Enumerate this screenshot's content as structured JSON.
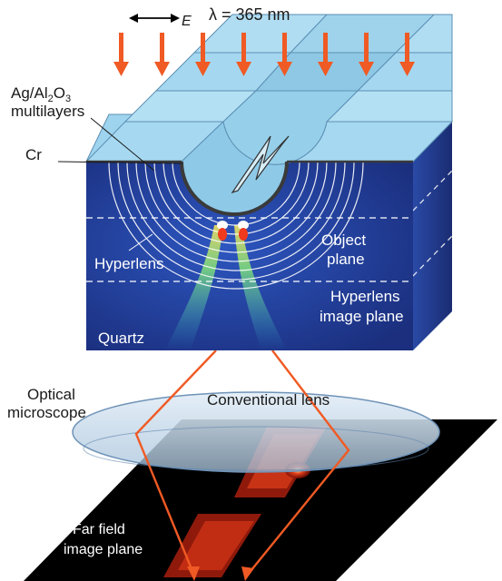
{
  "wavelength_label": "λ = 365 nm",
  "polarization_label": "E",
  "labels": {
    "multilayers_line1": "Ag/Al",
    "multilayers_sub1": "2",
    "multilayers_mid": "O",
    "multilayers_sub2": "3",
    "multilayers_line2": "multilayers",
    "cr": "Cr",
    "hyperlens": "Hyperlens",
    "object_plane_line1": "Object",
    "object_plane_line2": "plane",
    "hyperlens_image_plane_line1": "Hyperlens",
    "hyperlens_image_plane_line2": "image plane",
    "quartz": "Quartz",
    "optical_microscope_line1": "Optical",
    "optical_microscope_line2": "microscope",
    "conventional_lens": "Conventional lens",
    "far_field_line1": "Far field",
    "far_field_line2": "image plane"
  },
  "colors": {
    "arrow": "#f05a24",
    "top_face": "#9ed4ee",
    "front_face": "#1f3f9a",
    "side_face": "#263e8e",
    "text_light": "#ffffff",
    "text_dark": "#1a1a1a",
    "screen": "#000000",
    "lens": "#c9dcec"
  }
}
